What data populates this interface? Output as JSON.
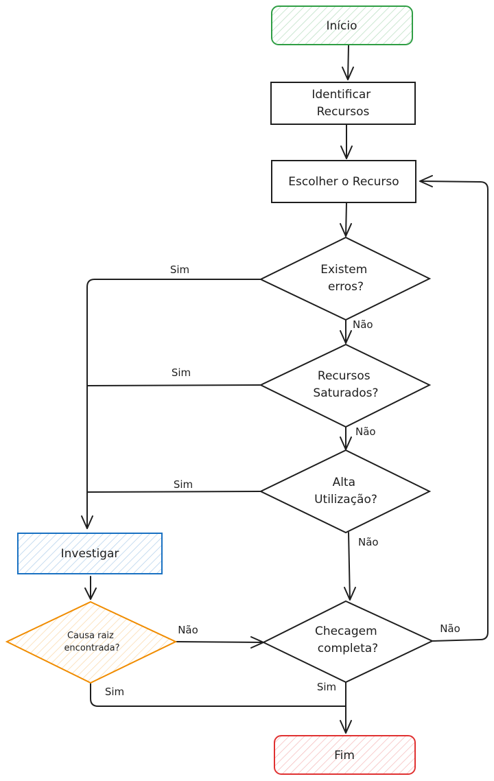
{
  "nodes": {
    "inicio": {
      "label": "Início",
      "color": "#2f9e44"
    },
    "identificar": {
      "line1": "Identificar",
      "line2": "Recursos"
    },
    "escolher": {
      "label": "Escolher o Recurso"
    },
    "erros": {
      "line1": "Existem",
      "line2": "erros?"
    },
    "saturados": {
      "line1": "Recursos",
      "line2": "Saturados?"
    },
    "utilizacao": {
      "line1": "Alta",
      "line2": "Utilização?"
    },
    "investigar": {
      "label": "Investigar",
      "color": "#1971c2"
    },
    "causa": {
      "line1": "Causa raiz",
      "line2": "encontrada?",
      "color": "#f08c00"
    },
    "checagem": {
      "line1": "Checagem",
      "line2": "completa?"
    },
    "fim": {
      "label": "Fim",
      "color": "#e03131"
    }
  },
  "edges": {
    "erros_sim": "Sim",
    "erros_nao": "Não",
    "saturados_sim": "Sim",
    "saturados_nao": "Não",
    "utilizacao_sim": "Sim",
    "utilizacao_nao": "Não",
    "causa_nao": "Não",
    "causa_sim": "Sim",
    "checagem_nao": "Não",
    "checagem_sim": "Sim"
  }
}
